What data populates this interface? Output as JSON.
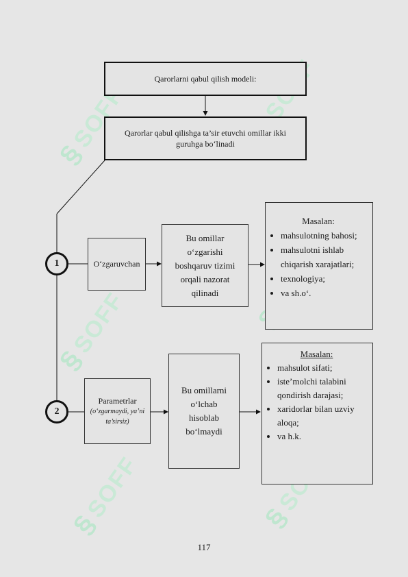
{
  "title_box": "Qarorlarni qabul qilish modeli:",
  "factors_box": "Qarorlar qabul qilishga ta’sir etuvchi omillar ikki guruhga bo‘linadi",
  "group1": {
    "number": "1",
    "label": "O‘zgaruvchan",
    "desc": "Bu omillar o‘zgarishi boshqaruv tizimi orqali nazorat qilinadi",
    "example_title": "Masalan:",
    "examples": [
      "mahsulotning bahosi;",
      "mahsulotni ishlab chiqarish xarajatlari;",
      "texnologiya;",
      "va sh.o‘."
    ]
  },
  "group2": {
    "number": "2",
    "label": "Parametrlar",
    "label_note": "(o‘zgarmaydi, ya’ni ta’sirsiz)",
    "desc": "Bu omillarni o‘lchab hisoblab bo‘lmaydi",
    "example_title": "Masalan:",
    "examples": [
      "mahsulot sifati;",
      "iste’molchi talabini qondirish darajasi;",
      "xaridorlar bilan uzviy aloqa;",
      "va h.k."
    ]
  },
  "watermark": "SOFF",
  "page_number": "117"
}
